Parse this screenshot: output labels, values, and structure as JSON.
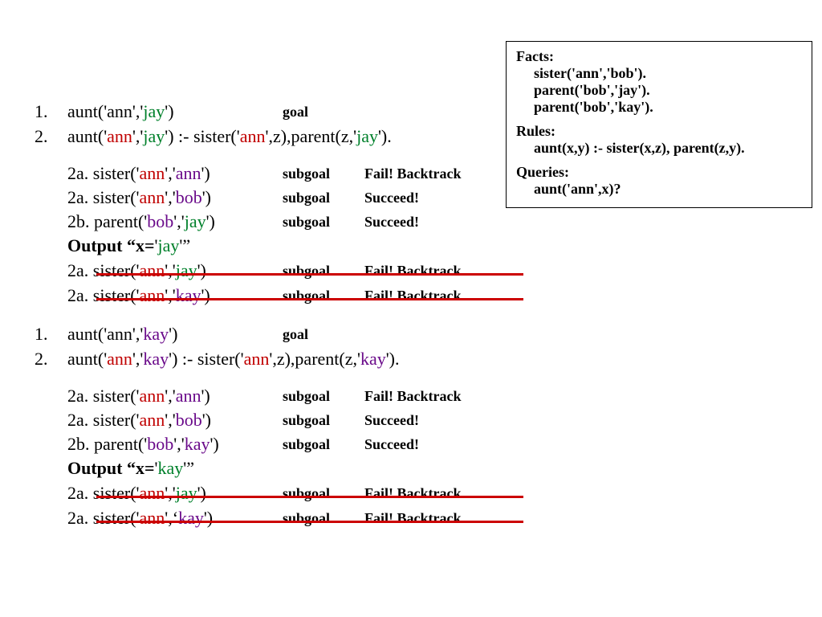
{
  "kb": {
    "facts_heading": "Facts:",
    "facts": [
      "sister('ann','bob').",
      "parent('bob','jay').",
      "parent('bob','kay')."
    ],
    "rules_heading": "Rules:",
    "rules": [
      "aunt(x,y) :- sister(x,z), parent(z,y)."
    ],
    "queries_heading": "Queries:",
    "queries": [
      "aunt('ann',x)?"
    ]
  },
  "colors": {
    "atom_red": "#c00000",
    "atom_green": "#00802b",
    "atom_purple": "#6a0a8a",
    "strike": "#cc0000"
  },
  "blocks": [
    {
      "goal_num": "1.",
      "goal_text": [
        "aunt('ann','",
        "jay",
        "')"
      ],
      "goal_tag": "goal",
      "rule_num": "2.",
      "rule_text": [
        "aunt('",
        "ann",
        "','",
        "jay",
        "') :- sister('",
        "ann",
        "',z),parent(z,'",
        "jay",
        "')."
      ],
      "subgoals": [
        {
          "pre": "2a. sister('",
          "a": "ann",
          "mid": "','",
          "b": "ann",
          "post": "')",
          "tag": "subgoal",
          "result": "Fail! Backtrack"
        },
        {
          "pre": "2a. sister('",
          "a": "ann",
          "mid": "','",
          "b": "bob",
          "post": "')",
          "tag": "subgoal",
          "result": "Succeed!"
        },
        {
          "pre": "2b. parent('",
          "a": "bob",
          "mid": "','",
          "b": "jay",
          "post": "')",
          "tag": "subgoal",
          "result": "Succeed!"
        }
      ],
      "output": {
        "label": "Output “x=",
        "open": "'",
        "value": "jay",
        "close": "'”"
      },
      "struck": [
        {
          "pre": "2a. sister('",
          "a": "ann",
          "mid": "','",
          "b": "jay",
          "post": "')",
          "tag": "subgoal",
          "result": "Fail! Backtrack"
        },
        {
          "pre": "2a. sister('",
          "a": "ann",
          "mid": "','",
          "b": "kay",
          "post": "')",
          "tag": "subgoal",
          "result": "Fail! Backtrack"
        }
      ]
    },
    {
      "goal_num": "1.",
      "goal_text": [
        "aunt('ann','",
        "kay",
        "')"
      ],
      "goal_tag": "goal",
      "rule_num": "2.",
      "rule_text": [
        "aunt('",
        "ann",
        "','",
        "kay",
        "') :- sister('",
        "ann",
        "',z),parent(z,'",
        "kay",
        "')."
      ],
      "subgoals": [
        {
          "pre": "2a. sister('",
          "a": "ann",
          "mid": "','",
          "b": "ann",
          "post": "')",
          "tag": "subgoal",
          "result": "Fail! Backtrack"
        },
        {
          "pre": "2a. sister('",
          "a": "ann",
          "mid": "','",
          "b": "bob",
          "post": "')",
          "tag": "subgoal",
          "result": "Succeed!"
        },
        {
          "pre": "2b. parent('",
          "a": "bob",
          "mid": "','",
          "b": "kay",
          "post": "')",
          "tag": "subgoal",
          "result": "Succeed!"
        }
      ],
      "output": {
        "label": "Output “x=",
        "open": "'",
        "value": "kay",
        "close": "'”"
      },
      "struck": [
        {
          "pre": "2a. sister('",
          "a": "ann",
          "mid": "','",
          "b": "jay",
          "post": "')",
          "tag": "subgoal",
          "result": "Fail! Backtrack"
        },
        {
          "pre": "2a. sister('",
          "a": "ann",
          "mid": "',‘",
          "b": "kay",
          "post": "')",
          "tag": "subgoal",
          "result": "Fail! Backtrack"
        }
      ]
    }
  ]
}
